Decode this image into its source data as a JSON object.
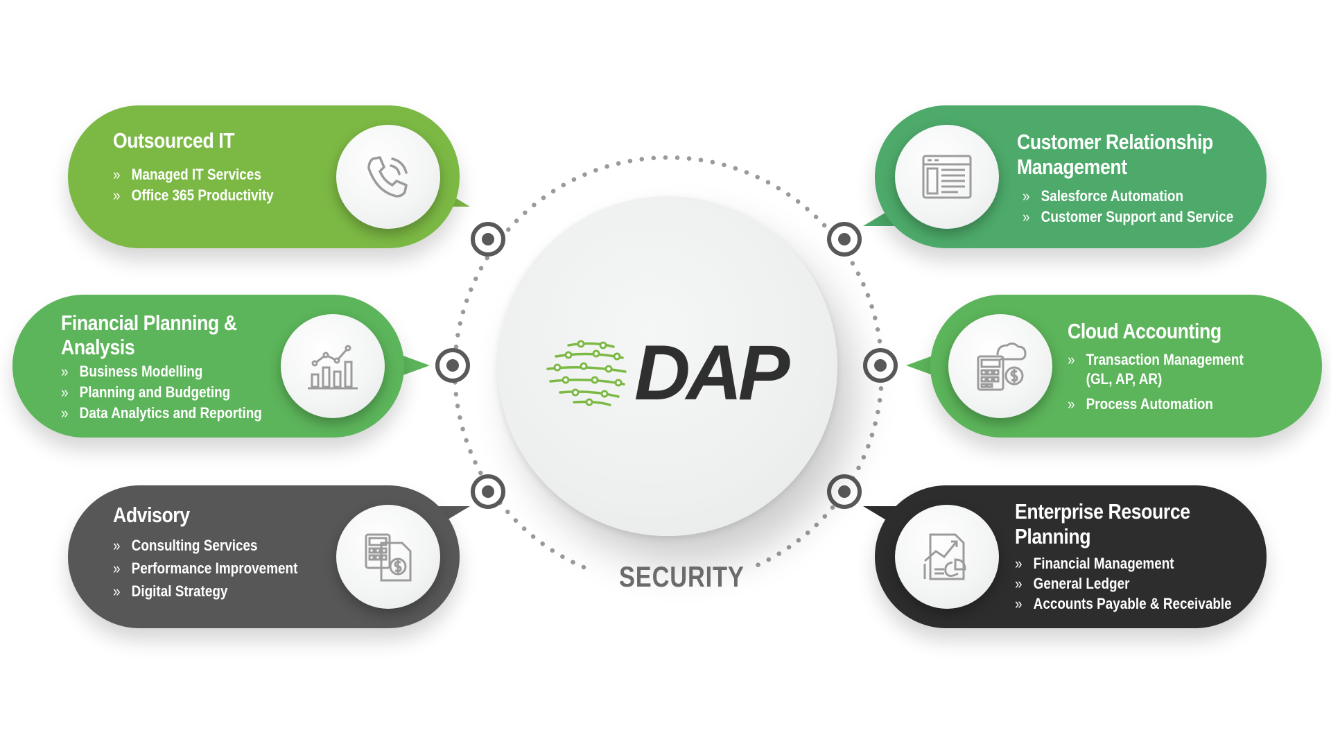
{
  "center": {
    "brand": "DAP",
    "ring_label": "SECURITY"
  },
  "colors": {
    "green_light": "#7cb944",
    "green_mid": "#5cb55a",
    "green_teal": "#4daa6a",
    "gray": "#575757",
    "dark": "#2d2d2d"
  },
  "services": [
    {
      "title": "Outsourced IT",
      "items": [
        "Managed IT Services",
        "Office 365 Productivity"
      ],
      "icon": "phone-icon"
    },
    {
      "title": "Financial Planning &",
      "title2": "Analysis",
      "items": [
        "Business Modelling",
        "Planning and Budgeting",
        "Data Analytics and Reporting"
      ],
      "icon": "bar-chart-icon"
    },
    {
      "title": "Advisory",
      "items": [
        "Consulting Services",
        "Performance Improvement",
        "Digital Strategy"
      ],
      "icon": "calculator-document-icon"
    },
    {
      "title": "Customer Relationship",
      "title2": "Management",
      "items": [
        "Salesforce Automation",
        "Customer Support and Service"
      ],
      "icon": "browser-window-icon"
    },
    {
      "title": "Cloud Accounting",
      "items": [
        "Transaction Management",
        "(GL, AP, AR)",
        "Process Automation"
      ],
      "icon": "cloud-calculator-icon"
    },
    {
      "title": "Enterprise Resource",
      "title2": "Planning",
      "items": [
        "Financial Management",
        "General Ledger",
        "Accounts Payable & Receivable"
      ],
      "icon": "report-chart-icon"
    }
  ]
}
